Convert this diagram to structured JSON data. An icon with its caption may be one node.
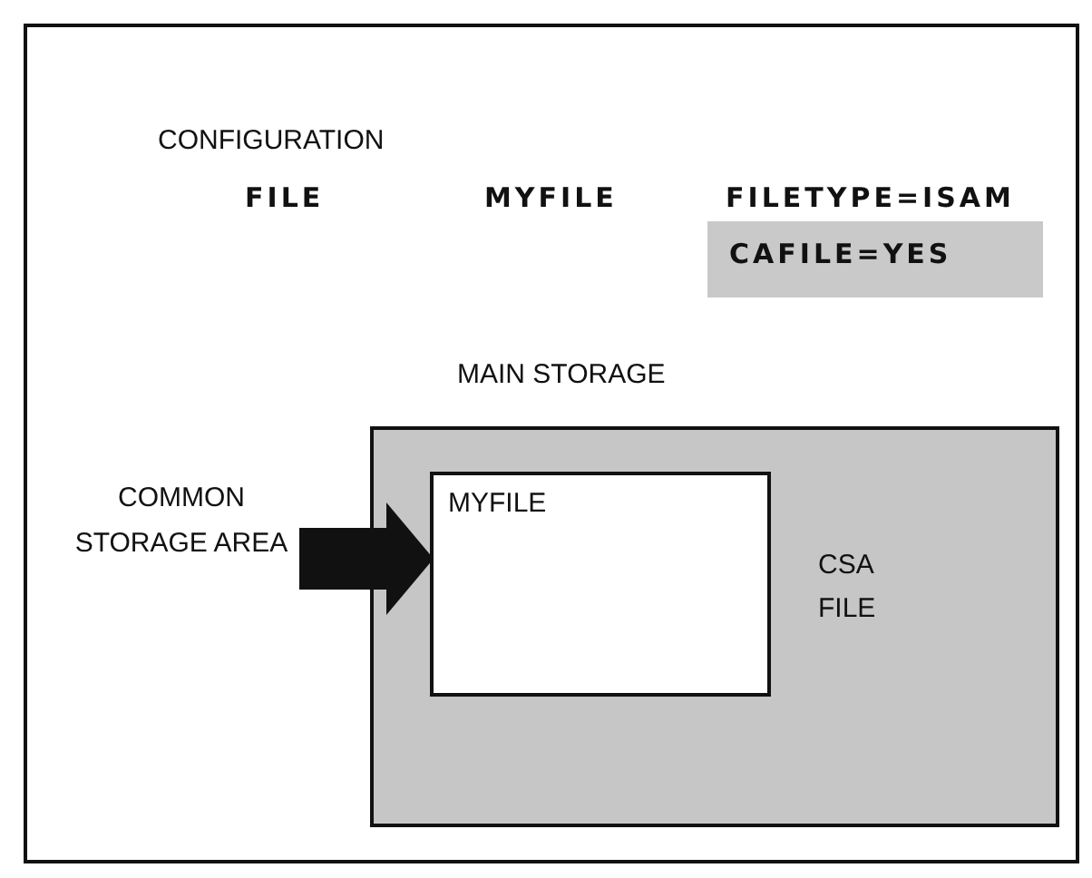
{
  "diagram": {
    "nodes": [
      {
        "text": [
          "CAFILE=YES"
        ]
      },
      {
        "text": [
          "MAIN STORAGE"
        ]
      },
      {
        "text": [
          "MYFILE"
        ],
        "in": 1,
        "beside": [
          "CSA FILE"
        ]
      },
      {
        "text": [
          "COMMON STORAGE AREA"
        ]
      }
    ],
    "edges": [
      {
        "from": 3,
        "to": 2,
        "arrow": "to"
      }
    ],
    "labels": [
      "CONFIGURATION",
      "FILE",
      "MYFILE",
      "FILETYPE=ISAM"
    ]
  }
}
